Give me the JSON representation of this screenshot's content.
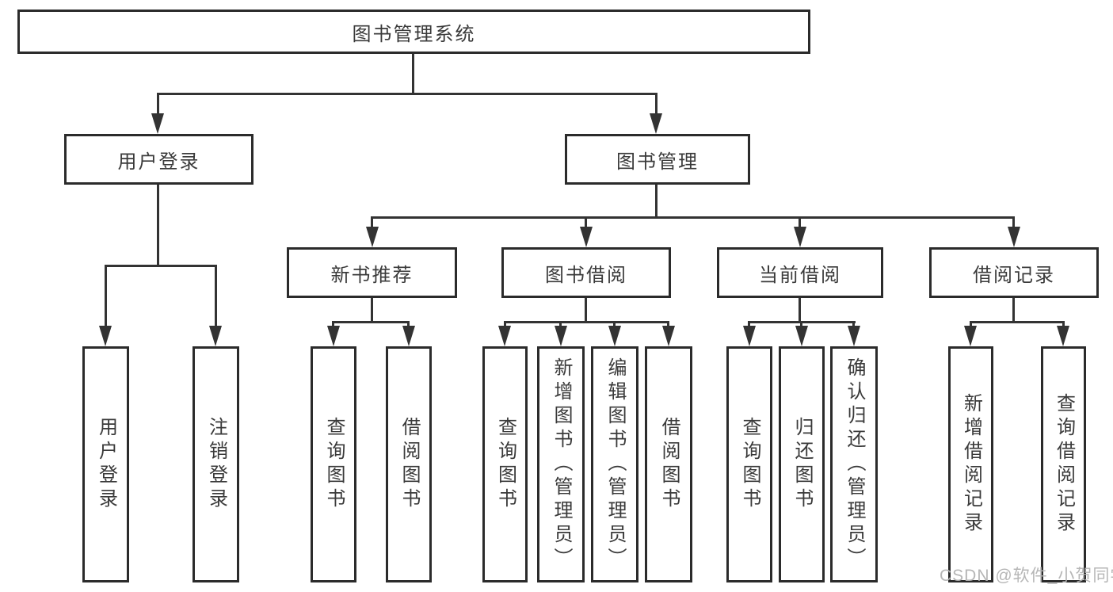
{
  "diagram": {
    "title": "图书管理系统",
    "level2": {
      "user_login": "用户登录",
      "book_management": "图书管理"
    },
    "level3": {
      "new_book_recommend": "新书推荐",
      "book_borrow": "图书借阅",
      "current_borrow": "当前借阅",
      "borrow_records": "借阅记录"
    },
    "leaves": {
      "user_login": "用户登录",
      "logout": "注销登录",
      "recommend_query_book": "查询图书",
      "recommend_borrow_book": "借阅图书",
      "borrow_query_book": "查询图书",
      "borrow_add_book": "新增图书（管理员）",
      "borrow_edit_book": "编辑图书（管理员）",
      "borrow_borrow_book": "借阅图书",
      "current_query_book": "查询图书",
      "current_return_book": "归还图书",
      "current_confirm_return": "确认归还（管理员）",
      "records_add_record": "新增借阅记录",
      "records_query_record": "查询借阅记录"
    },
    "watermark": "CSDN @软件_小贺同学",
    "colors": {
      "line": "#333333",
      "border": "#2b2b2b",
      "text": "#3a3a3a",
      "watermark": "#b2b2b2",
      "background": "#ffffff"
    }
  }
}
